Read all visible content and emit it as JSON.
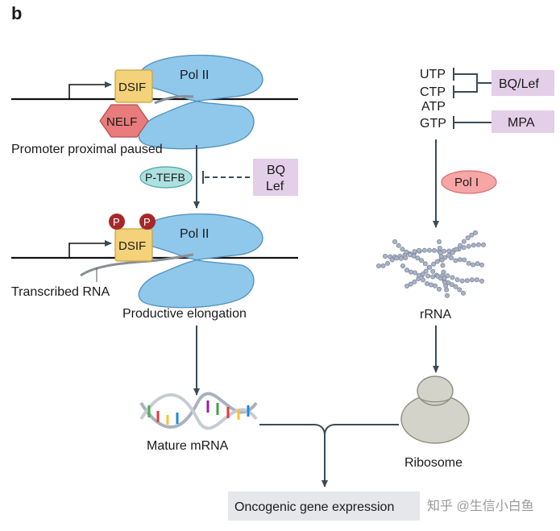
{
  "panel_label": "b",
  "left_pathway": {
    "pol2_label_top": "Pol II",
    "dsif_label_top": "DSIF",
    "nelf_label": "NELF",
    "paused_caption": "Promoter proximal paused",
    "ptefb_label": "P-TEFB",
    "bq_lef_box_line1": "BQ",
    "bq_lef_box_line2": "Lef",
    "phospho_label_1": "P",
    "phospho_label_2": "P",
    "dsif_label_bottom": "DSIF",
    "pol2_label_bottom": "Pol II",
    "rna_caption": "Transcribed RNA",
    "elongation_caption": "Productive elongation",
    "mrna_caption": "Mature mRNA"
  },
  "right_pathway": {
    "nucleotides": [
      "UTP",
      "CTP",
      "ATP",
      "GTP"
    ],
    "bq_lef_label": "BQ/Lef",
    "mpa_label": "MPA",
    "pol1_label": "Pol I",
    "rrna_caption": "rRNA",
    "ribosome_caption": "Ribosome"
  },
  "output_label": "Oncogenic gene expression",
  "watermark": "知乎 @生信小白鱼",
  "colors": {
    "pol": "#8fc8ea",
    "pol_stroke": "#4f8fbf",
    "dsif": "#f3d27a",
    "nelf": "#e87b7b",
    "ptefb": "#aee0e0",
    "pol1": "#f7a6a6",
    "inhibitor_box": "#e3cfe7",
    "phospho": "#a52828",
    "arrow": "#3a4a5a",
    "output_box": "#e6e7ea"
  }
}
